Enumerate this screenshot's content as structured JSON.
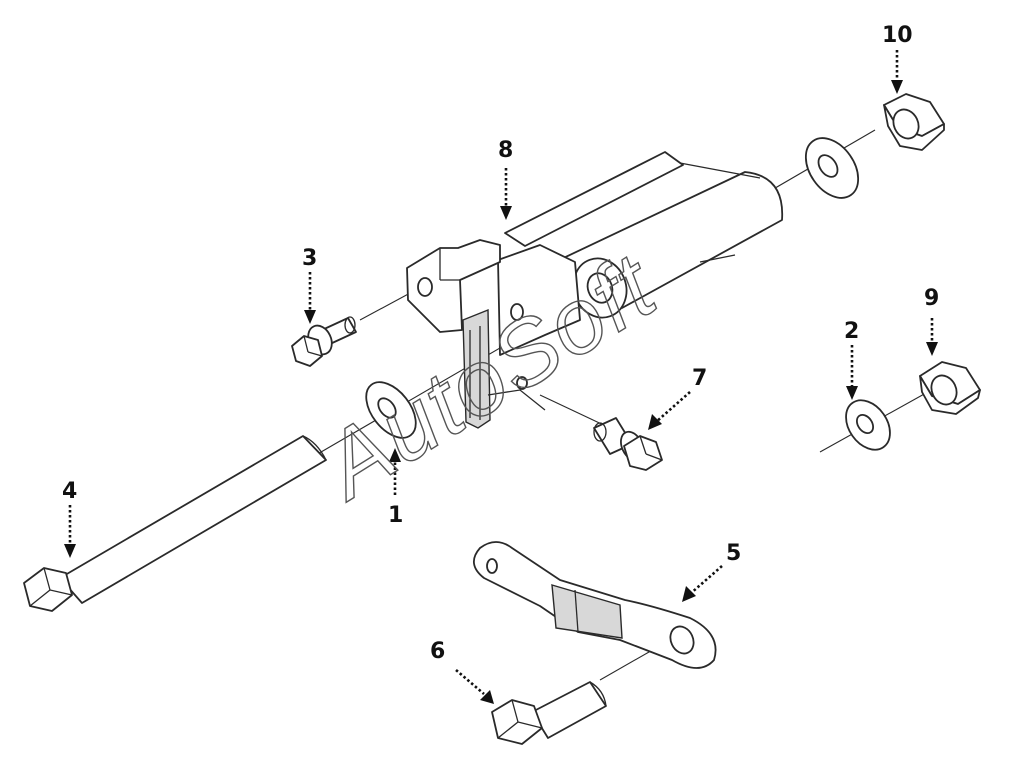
{
  "callouts": {
    "c1": "1",
    "c2": "2",
    "c3": "3",
    "c4": "4",
    "c5": "5",
    "c6": "6",
    "c7": "7",
    "c8": "8",
    "c9": "9",
    "c10": "10"
  },
  "watermark": "AutoSoft",
  "colors": {
    "line": "#2a2a2a",
    "background": "#ffffff"
  }
}
